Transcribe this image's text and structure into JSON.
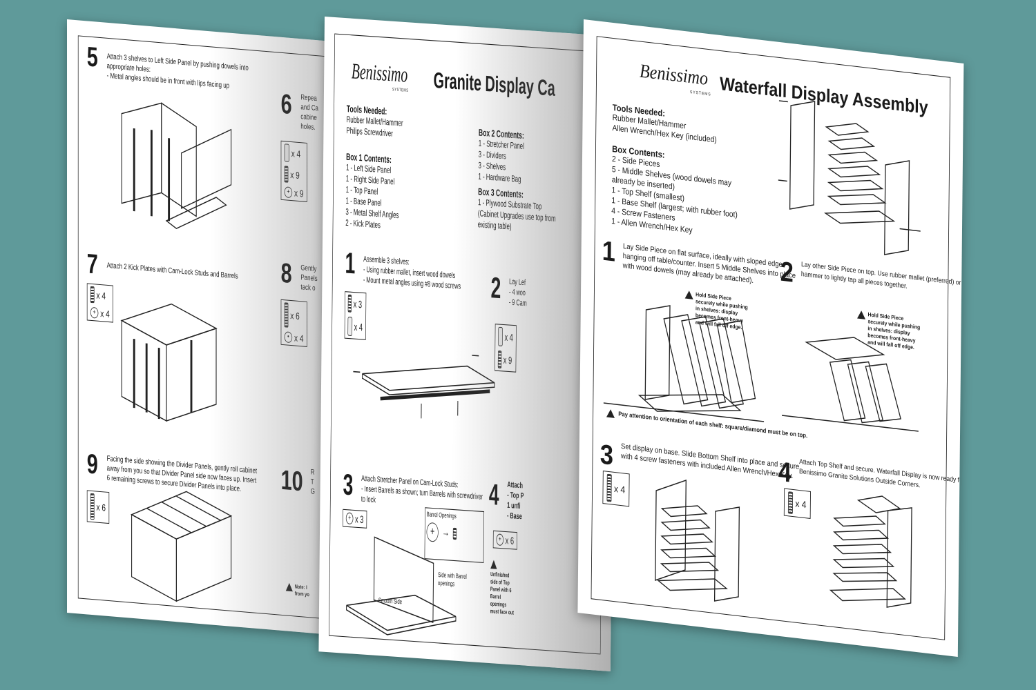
{
  "sheet_left": {
    "step5": {
      "num": "5",
      "line1": "Attach 3 shelves to Left Side Panel by pushing dowels into",
      "line2": "appropriate holes:",
      "line3": "- Metal angles should be in front with lips facing up"
    },
    "step6": {
      "num": "6",
      "line1": "Repea",
      "line2": "and Ca",
      "line3": "cabine",
      "line4": "holes."
    },
    "hw6": [
      "x 4",
      "x 9",
      "x 9"
    ],
    "step7": {
      "num": "7",
      "line1": "Attach 2 Kick Plates with Cam-Lock Studs and Barrels"
    },
    "hw7": [
      "x 4",
      "x 4"
    ],
    "step8": {
      "num": "8",
      "line1": "Gently",
      "line2": "Panels",
      "line3": "tack o"
    },
    "hw8": [
      "x 6",
      "x 4"
    ],
    "step9": {
      "num": "9",
      "line1": "Facing the side showing the Divider Panels, gently roll cabinet",
      "line2": "away from you so that Divider Panel side now faces up.  Insert",
      "line3": "6 remaining screws to secure Divider Panels into place."
    },
    "hw9": [
      "x 6"
    ],
    "step10": {
      "num": "10",
      "line1": "R",
      "line2": "T",
      "line3": "G"
    },
    "note": {
      "line1": "Note: I",
      "line2": "from yo"
    }
  },
  "sheet_mid": {
    "brand": "Benissimo",
    "brand_sub": "SYSTEMS",
    "title": "Granite Display Ca",
    "tools": {
      "heading": "Tools Needed:",
      "items": [
        "Rubber Mallet/Hammer",
        "Philips Screwdriver"
      ]
    },
    "box1": {
      "heading": "Box 1 Contents:",
      "items": [
        "1 - Left Side Panel",
        "1 - Right Side Panel",
        "1 - Top Panel",
        "1 - Base Panel",
        "3 - Metal Shelf Angles",
        "2 - Kick Plates"
      ]
    },
    "box2": {
      "heading": "Box 2 Contents:",
      "items": [
        "1 - Stretcher Panel",
        "3 - Dividers",
        "3 - Shelves",
        "1 - Hardware Bag"
      ]
    },
    "box3": {
      "heading": "Box 3 Contents:",
      "items": [
        "1 - Plywood Substrate Top",
        "(Cabinet Upgrades use top from",
        "existing table)"
      ]
    },
    "step1": {
      "num": "1",
      "line1": "Assemble 3 shelves:",
      "line2": "- Using rubber mallet, insert wood dowels",
      "line3": "- Mount metal angles using #8 wood screws"
    },
    "hw1": [
      "x 3",
      "x 4"
    ],
    "step2": {
      "num": "2",
      "line1": "Lay Lef",
      "line2": "- 4 woo",
      "line3": "- 9 Cam"
    },
    "hw2": [
      "x 4",
      "x 9"
    ],
    "step3": {
      "num": "3",
      "line1": "Attach Stretcher Panel on Cam-Lock Studs:",
      "line2": "- Insert Barrels as shown;  turn Barrels with screwdriver",
      "line3": "  to lock"
    },
    "hw3": [
      "x 3"
    ],
    "barrel_label": "Barrel Openings",
    "smooth_label": "Smooth Side",
    "side_label1": "Side with Barrel",
    "side_label2": "openings",
    "step4": {
      "num": "4",
      "line1": "Attach",
      "line2": "- Top P",
      "line3": "  1 unfi",
      "line4": "- Base"
    },
    "hw4": [
      "x 6"
    ],
    "unfinished": [
      "Unfinished",
      "side of Top",
      "Panel with 6",
      "Barrel",
      "openings",
      "must face out"
    ]
  },
  "sheet_right": {
    "brand": "Benissimo",
    "brand_sub": "SYSTEMS",
    "title": "Waterfall Display Assembly",
    "tools": {
      "heading": "Tools Needed:",
      "items": [
        "Rubber Mallet/Hammer",
        "Allen Wrench/Hex Key (included)"
      ]
    },
    "box": {
      "heading": "Box Contents:",
      "items": [
        "2 - Side Pieces",
        "5 - Middle Shelves (wood dowels may",
        "already be inserted)",
        "1 - Top Shelf (smallest)",
        "1 - Base Shelf (largest; with rubber foot)",
        "4 - Screw Fasteners",
        "1 - Allen Wrench/Hex Key"
      ]
    },
    "step1": {
      "num": "1",
      "line1": "Lay Side Piece on flat surface, ideally with sloped edge",
      "line2": "hanging off table/counter. Insert 5 Middle Shelves into place",
      "line3": "with wood dowels (may already be attached)."
    },
    "step2": {
      "num": "2",
      "line1": "Lay other Side Piece on top. Use rubber mallet (preferred) or",
      "line2": "hammer to lightly tap all pieces together."
    },
    "hold_warn": [
      "Hold Side Piece",
      "securely while pushing",
      "in shelves: display",
      "becomes front-heavy",
      "and will fall off edge."
    ],
    "orient_warn": "Pay attention to orientation of each shelf: square/diamond must be on top.",
    "step3": {
      "num": "3",
      "line1": "Set display on base. Slide Bottom Shelf into place and secure",
      "line2": "with 4 screw fasteners with included Allen Wrench/Hex Key."
    },
    "hw3": [
      "x 4"
    ],
    "step4": {
      "num": "4",
      "line1": "Attach Top Shelf and secure. Waterfall Display is now ready for",
      "line2": "Benissimo Granite Solutions Outside Corners."
    },
    "hw4": [
      "x 4"
    ]
  }
}
